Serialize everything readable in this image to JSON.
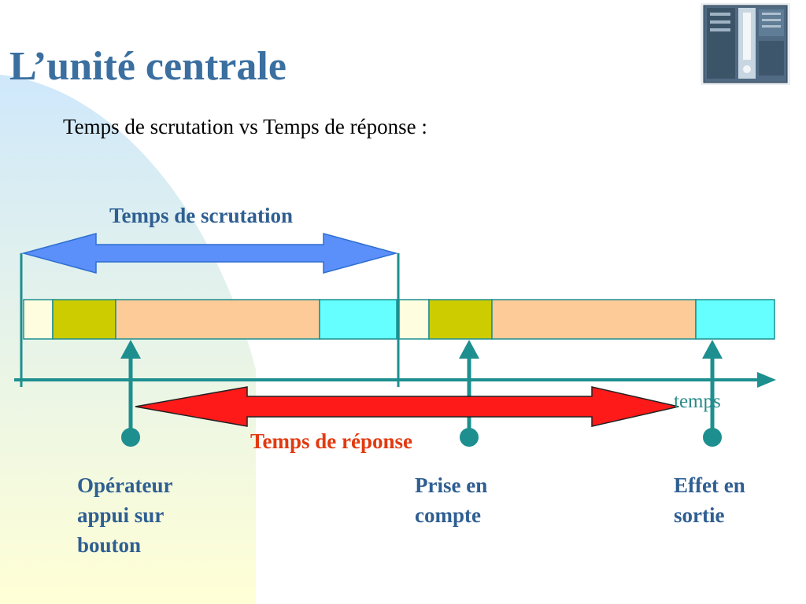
{
  "slide": {
    "title": "L’unité centrale",
    "subtitle": "Temps de scrutation vs Temps de réponse :"
  },
  "diagram": {
    "scan_time_label": "Temps de scrutation",
    "response_time_label": "Temps de réponse",
    "axis_label": "temps",
    "events": {
      "operator": "Opérateur\nappui sur\nbouton",
      "taken_into_account": "Prise en\ncompte",
      "output_effect": "Effet en\nsortie"
    }
  },
  "colors": {
    "title": "#3a6fa0",
    "label_blue": "#2f5f92",
    "response_red": "#e23a10",
    "axis_teal": "#1d8f8f",
    "scan_arrow": "#5b8ff9",
    "response_arrow": "#ff1a1a",
    "segment_pale": "#fffde0",
    "segment_olive": "#cccc00",
    "segment_peach": "#fdcb98",
    "segment_cyan": "#66ffff",
    "background_blue": "#cfe8fb",
    "background_yellow": "#ffffd6"
  },
  "icons": {
    "plc": "plc-device-photo"
  }
}
